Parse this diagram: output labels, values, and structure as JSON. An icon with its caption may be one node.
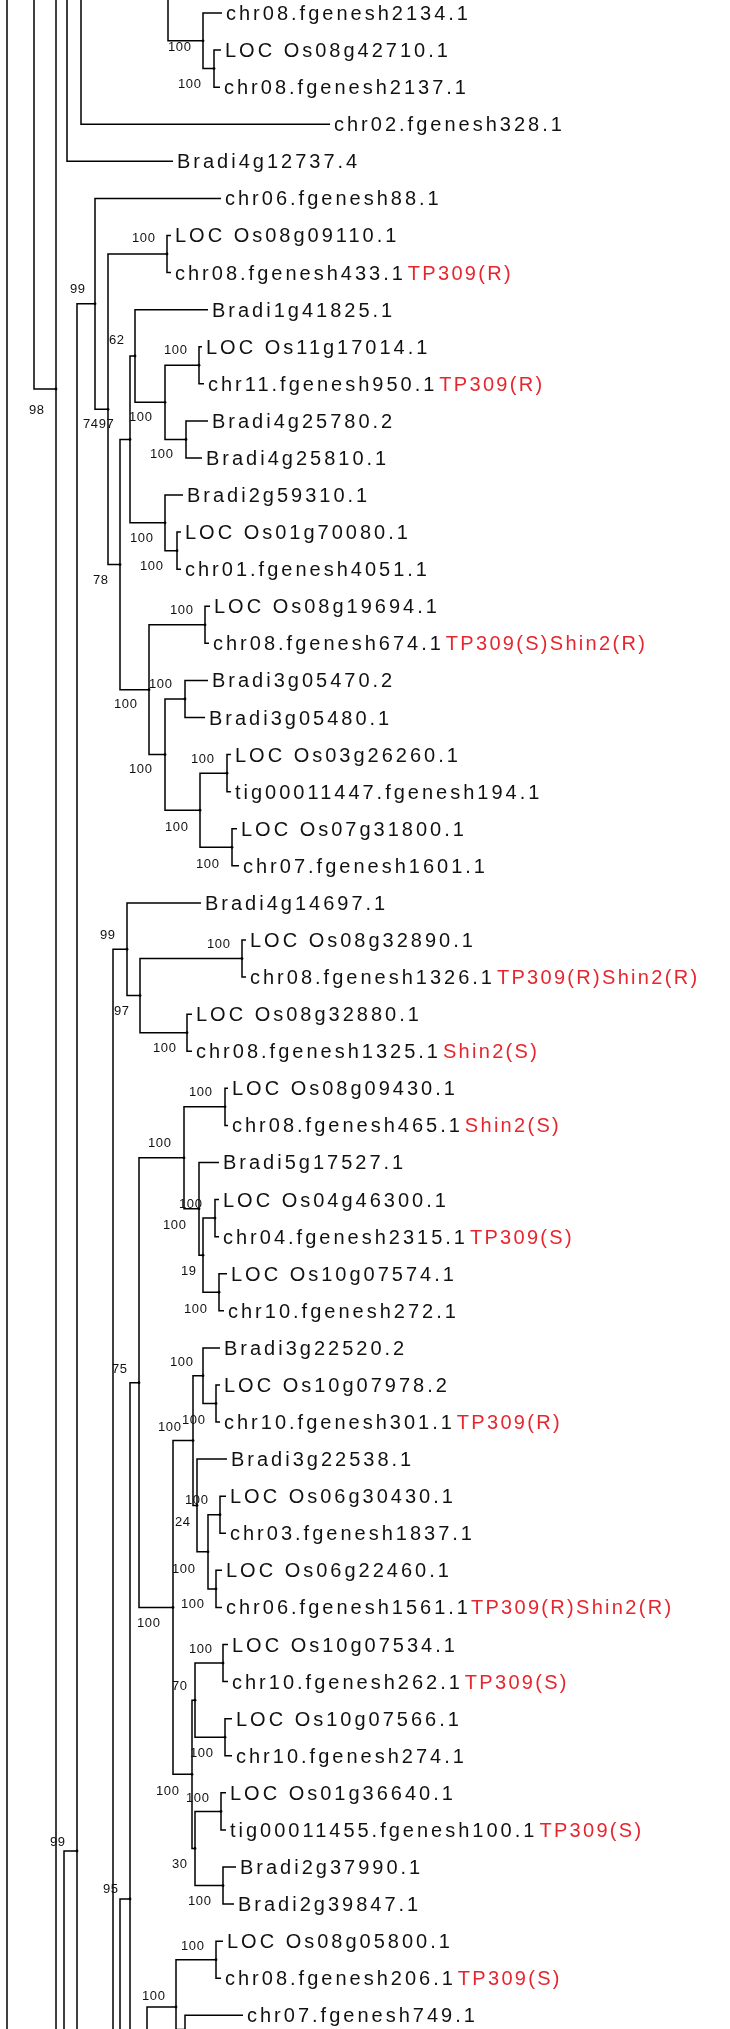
{
  "diagram": {
    "nodes": [
      {
        "text": [
          "chr08.fgenesh2134.1"
        ]
      },
      {
        "text": [
          "LOC Os08g42710.1"
        ]
      },
      {
        "text": [
          "chr08.fgenesh2137.1"
        ]
      },
      {
        "text": [
          "chr02.fgenesh328.1"
        ]
      },
      {
        "text": [
          "Bradi4g12737.4"
        ]
      },
      {
        "text": [
          "chr06.fgenesh88.1"
        ]
      },
      {
        "text": [
          "LOC Os08g09110.1"
        ]
      },
      {
        "text": [
          "chr08.fgenesh433.1"
        ],
        "beside": [
          "TP309(R)"
        ]
      },
      {
        "text": [
          "Bradi1g41825.1"
        ]
      },
      {
        "text": [
          "LOC Os11g17014.1"
        ]
      },
      {
        "text": [
          "chr11.fgenesh950.1"
        ],
        "beside": [
          "TP309(R)"
        ]
      },
      {
        "text": [
          "Bradi4g25780.2"
        ]
      },
      {
        "text": [
          "Bradi4g25810.1"
        ]
      },
      {
        "text": [
          "Bradi2g59310.1"
        ]
      },
      {
        "text": [
          "LOC Os01g70080.1"
        ]
      },
      {
        "text": [
          "chr01.fgenesh4051.1"
        ]
      },
      {
        "text": [
          "LOC Os08g19694.1"
        ]
      },
      {
        "text": [
          "chr08.fgenesh674.1"
        ],
        "beside": [
          "TP309(S)Shin2(R)"
        ]
      },
      {
        "text": [
          "Bradi3g05470.2"
        ]
      },
      {
        "text": [
          "Bradi3g05480.1"
        ]
      },
      {
        "text": [
          "LOC Os03g26260.1"
        ]
      },
      {
        "text": [
          "tig00011447.fgenesh194.1"
        ]
      },
      {
        "text": [
          "LOC Os07g31800.1"
        ]
      },
      {
        "text": [
          "chr07.fgenesh1601.1"
        ]
      },
      {
        "text": [
          "Bradi4g14697.1"
        ]
      },
      {
        "text": [
          "LOC Os08g32890.1"
        ]
      },
      {
        "text": [
          "chr08.fgenesh1326.1"
        ],
        "beside": [
          "TP309(R)Shin2(R)"
        ]
      },
      {
        "text": [
          "LOC Os08g32880.1"
        ]
      },
      {
        "text": [
          "chr08.fgenesh1325.1"
        ],
        "beside": [
          "Shin2(S)"
        ]
      },
      {
        "text": [
          "LOC Os08g09430.1"
        ]
      },
      {
        "text": [
          "chr08.fgenesh465.1"
        ],
        "beside": [
          "Shin2(S)"
        ]
      },
      {
        "text": [
          "Bradi5g17527.1"
        ]
      },
      {
        "text": [
          "LOC Os04g46300.1"
        ]
      },
      {
        "text": [
          "chr04.fgenesh2315.1"
        ],
        "beside": [
          "TP309(S)"
        ]
      },
      {
        "text": [
          "LOC Os10g07574.1"
        ]
      },
      {
        "text": [
          "chr10.fgenesh272.1"
        ]
      },
      {
        "text": [
          "Bradi3g22520.2"
        ]
      },
      {
        "text": [
          "LOC Os10g07978.2"
        ]
      },
      {
        "text": [
          "chr10.fgenesh301.1"
        ],
        "beside": [
          "TP309(R)"
        ]
      },
      {
        "text": [
          "Bradi3g22538.1"
        ]
      },
      {
        "text": [
          "LOC Os06g30430.1"
        ]
      },
      {
        "text": [
          "chr03.fgenesh1837.1"
        ]
      },
      {
        "text": [
          "LOC Os06g22460.1"
        ]
      },
      {
        "text": [
          "chr06.fgenesh1561.1"
        ],
        "beside": [
          "TP309(R)Shin2(R)"
        ]
      },
      {
        "text": [
          "LOC Os10g07534.1"
        ]
      },
      {
        "text": [
          "chr10.fgenesh262.1"
        ],
        "beside": [
          "TP309(S)"
        ]
      },
      {
        "text": [
          "LOC Os10g07566.1"
        ]
      },
      {
        "text": [
          "chr10.fgenesh274.1"
        ]
      },
      {
        "text": [
          "LOC Os01g36640.1"
        ]
      },
      {
        "text": [
          "tig00011455.fgenesh100.1"
        ],
        "beside": [
          "TP309(S)"
        ]
      },
      {
        "text": [
          "Bradi2g37990.1"
        ]
      },
      {
        "text": [
          "Bradi2g39847.1"
        ]
      },
      {
        "text": [
          "LOC Os08g05800.1"
        ]
      },
      {
        "text": [
          "chr08.fgenesh206.1"
        ],
        "beside": [
          "TP309(S)"
        ]
      },
      {
        "text": [
          "chr07.fgenesh749.1"
        ]
      },
      {
        "text": [],
        "shape": "point"
      },
      {
        "text": [],
        "shape": "point"
      },
      {
        "text": [],
        "shape": "point"
      },
      {
        "text": [],
        "shape": "point"
      },
      {
        "text": [],
        "shape": "point"
      },
      {
        "text": [],
        "shape": "point"
      },
      {
        "text": [],
        "shape": "point"
      },
      {
        "text": [],
        "shape": "point"
      },
      {
        "text": [],
        "shape": "point"
      },
      {
        "text": [],
        "shape": "point"
      },
      {
        "text": [],
        "shape": "point"
      },
      {
        "text": [],
        "shape": "point"
      },
      {
        "text": [],
        "shape": "point"
      },
      {
        "text": [],
        "shape": "point"
      },
      {
        "text": [],
        "shape": "point"
      },
      {
        "text": [],
        "shape": "point"
      },
      {
        "text": [],
        "shape": "point"
      },
      {
        "text": [],
        "shape": "point"
      },
      {
        "text": [],
        "shape": "point"
      },
      {
        "text": [],
        "shape": "point"
      },
      {
        "text": [],
        "shape": "point"
      },
      {
        "text": [],
        "shape": "point"
      },
      {
        "text": [],
        "shape": "point"
      },
      {
        "text": [],
        "shape": "point"
      },
      {
        "text": [],
        "shape": "point"
      },
      {
        "text": [],
        "shape": "point"
      },
      {
        "text": [],
        "shape": "point"
      },
      {
        "text": [],
        "shape": "point"
      },
      {
        "text": [],
        "shape": "point"
      },
      {
        "text": [],
        "shape": "point"
      },
      {
        "text": [],
        "shape": "point"
      },
      {
        "text": [],
        "shape": "point"
      },
      {
        "text": [],
        "shape": "point"
      },
      {
        "text": [],
        "shape": "point"
      },
      {
        "text": [],
        "shape": "point"
      },
      {
        "text": [],
        "shape": "point"
      },
      {
        "text": [],
        "shape": "point"
      },
      {
        "text": [],
        "shape": "point"
      },
      {
        "text": [],
        "shape": "point"
      },
      {
        "text": [],
        "shape": "point"
      },
      {
        "text": [],
        "shape": "point"
      },
      {
        "text": [],
        "shape": "point"
      },
      {
        "text": [],
        "shape": "point"
      },
      {
        "text": [],
        "shape": "point"
      },
      {
        "text": [],
        "shape": "point"
      },
      {
        "text": [],
        "shape": "point"
      },
      {
        "text": [],
        "shape": "point"
      },
      {
        "text": [],
        "shape": "point"
      },
      {
        "text": [],
        "shape": "point"
      },
      {
        "text": [],
        "shape": "point"
      },
      {
        "text": [],
        "shape": "point"
      }
    ],
    "edges": [
      {
        "from": null,
        "to": 3,
        "arrow": "none"
      },
      {
        "from": null,
        "to": 4,
        "arrow": "none"
      },
      {
        "from": null,
        "to": 55,
        "arrow": "none"
      },
      {
        "from": 55,
        "to": 0,
        "arrow": "none"
      },
      {
        "from": 55,
        "to": 56,
        "arrow": "none"
      },
      {
        "from": 56,
        "to": 1,
        "arrow": "none"
      },
      {
        "from": 56,
        "to": 2,
        "arrow": "none"
      },
      {
        "from": null,
        "to": 76,
        "arrow": "none"
      },
      {
        "from": 76,
        "to": null,
        "arrow": "none"
      },
      {
        "from": 76,
        "to": null,
        "arrow": "none"
      },
      {
        "from": null,
        "to": 75,
        "arrow": "none"
      },
      {
        "from": 75,
        "to": 57,
        "arrow": "none"
      },
      {
        "from": 75,
        "to": null,
        "arrow": "none"
      },
      {
        "from": 57,
        "to": 5,
        "arrow": "none"
      },
      {
        "from": 57,
        "to": 59,
        "arrow": "none"
      },
      {
        "from": 59,
        "to": 58,
        "arrow": "none"
      },
      {
        "from": 59,
        "to": 60,
        "arrow": "none"
      },
      {
        "from": 58,
        "to": 6,
        "arrow": "none"
      },
      {
        "from": 58,
        "to": 7,
        "arrow": "none"
      },
      {
        "from": 60,
        "to": 61,
        "arrow": "none"
      },
      {
        "from": 60,
        "to": 68,
        "arrow": "none"
      },
      {
        "from": 61,
        "to": 62,
        "arrow": "none"
      },
      {
        "from": 61,
        "to": 66,
        "arrow": "none"
      },
      {
        "from": 62,
        "to": 8,
        "arrow": "none"
      },
      {
        "from": 62,
        "to": 63,
        "arrow": "none"
      },
      {
        "from": 63,
        "to": 64,
        "arrow": "none"
      },
      {
        "from": 63,
        "to": 65,
        "arrow": "none"
      },
      {
        "from": 64,
        "to": 9,
        "arrow": "none"
      },
      {
        "from": 64,
        "to": 10,
        "arrow": "none"
      },
      {
        "from": 65,
        "to": 11,
        "arrow": "none"
      },
      {
        "from": 65,
        "to": 12,
        "arrow": "none"
      },
      {
        "from": 66,
        "to": 13,
        "arrow": "none"
      },
      {
        "from": 66,
        "to": 67,
        "arrow": "none"
      },
      {
        "from": 67,
        "to": 14,
        "arrow": "none"
      },
      {
        "from": 67,
        "to": 15,
        "arrow": "none"
      },
      {
        "from": 68,
        "to": 69,
        "arrow": "none"
      },
      {
        "from": 68,
        "to": 70,
        "arrow": "none"
      },
      {
        "from": 69,
        "to": 16,
        "arrow": "none"
      },
      {
        "from": 69,
        "to": 17,
        "arrow": "none"
      },
      {
        "from": 70,
        "to": 71,
        "arrow": "none"
      },
      {
        "from": 70,
        "to": 72,
        "arrow": "none"
      },
      {
        "from": 71,
        "to": 18,
        "arrow": "none"
      },
      {
        "from": 71,
        "to": 19,
        "arrow": "none"
      },
      {
        "from": 72,
        "to": 73,
        "arrow": "none"
      },
      {
        "from": 72,
        "to": 74,
        "arrow": "none"
      },
      {
        "from": 73,
        "to": 20,
        "arrow": "none"
      },
      {
        "from": 73,
        "to": 21,
        "arrow": "none"
      },
      {
        "from": 74,
        "to": 22,
        "arrow": "none"
      },
      {
        "from": 74,
        "to": 23,
        "arrow": "none"
      },
      {
        "from": null,
        "to": 77,
        "arrow": "none"
      },
      {
        "from": 77,
        "to": 24,
        "arrow": "none"
      },
      {
        "from": 77,
        "to": 78,
        "arrow": "none"
      },
      {
        "from": 78,
        "to": 79,
        "arrow": "none"
      },
      {
        "from": 78,
        "to": 80,
        "arrow": "none"
      },
      {
        "from": 79,
        "to": 25,
        "arrow": "none"
      },
      {
        "from": 79,
        "to": 26,
        "arrow": "none"
      },
      {
        "from": 80,
        "to": 27,
        "arrow": "none"
      },
      {
        "from": 80,
        "to": 28,
        "arrow": "none"
      },
      {
        "from": null,
        "to": 81,
        "arrow": "none"
      },
      {
        "from": 81,
        "to": 82,
        "arrow": "none"
      },
      {
        "from": 81,
        "to": null,
        "arrow": "none"
      },
      {
        "from": 82,
        "to": 83,
        "arrow": "none"
      },
      {
        "from": 82,
        "to": 89,
        "arrow": "none"
      },
      {
        "from": 83,
        "to": 84,
        "arrow": "none"
      },
      {
        "from": 83,
        "to": 85,
        "arrow": "none"
      },
      {
        "from": 84,
        "to": 29,
        "arrow": "none"
      },
      {
        "from": 84,
        "to": 30,
        "arrow": "none"
      },
      {
        "from": 85,
        "to": 31,
        "arrow": "none"
      },
      {
        "from": 85,
        "to": 86,
        "arrow": "none"
      },
      {
        "from": 86,
        "to": 87,
        "arrow": "none"
      },
      {
        "from": 86,
        "to": 88,
        "arrow": "none"
      },
      {
        "from": 87,
        "to": 32,
        "arrow": "none"
      },
      {
        "from": 87,
        "to": 33,
        "arrow": "none"
      },
      {
        "from": 88,
        "to": 34,
        "arrow": "none"
      },
      {
        "from": 88,
        "to": 35,
        "arrow": "none"
      },
      {
        "from": 89,
        "to": 90,
        "arrow": "none"
      },
      {
        "from": 89,
        "to": 97,
        "arrow": "none"
      },
      {
        "from": 90,
        "to": 91,
        "arrow": "none"
      },
      {
        "from": 90,
        "to": 93,
        "arrow": "none"
      },
      {
        "from": 91,
        "to": 36,
        "arrow": "none"
      },
      {
        "from": 91,
        "to": 92,
        "arrow": "none"
      },
      {
        "from": 92,
        "to": 37,
        "arrow": "none"
      },
      {
        "from": 92,
        "to": 38,
        "arrow": "none"
      },
      {
        "from": 93,
        "to": 39,
        "arrow": "none"
      },
      {
        "from": 93,
        "to": 94,
        "arrow": "none"
      },
      {
        "from": 94,
        "to": 95,
        "arrow": "none"
      },
      {
        "from": 94,
        "to": 96,
        "arrow": "none"
      },
      {
        "from": 95,
        "to": 40,
        "arrow": "none"
      },
      {
        "from": 95,
        "to": 41,
        "arrow": "none"
      },
      {
        "from": 96,
        "to": 42,
        "arrow": "none"
      },
      {
        "from": 96,
        "to": 43,
        "arrow": "none"
      },
      {
        "from": 97,
        "to": 98,
        "arrow": "none"
      },
      {
        "from": 97,
        "to": 101,
        "arrow": "none"
      },
      {
        "from": 98,
        "to": 99,
        "arrow": "none"
      },
      {
        "from": 98,
        "to": 100,
        "arrow": "none"
      },
      {
        "from": 99,
        "to": 44,
        "arrow": "none"
      },
      {
        "from": 99,
        "to": 45,
        "arrow": "none"
      },
      {
        "from": 100,
        "to": 46,
        "arrow": "none"
      },
      {
        "from": 100,
        "to": 47,
        "arrow": "none"
      },
      {
        "from": 101,
        "to": 102,
        "arrow": "none"
      },
      {
        "from": 101,
        "to": 103,
        "arrow": "none"
      },
      {
        "from": 102,
        "to": 48,
        "arrow": "none"
      },
      {
        "from": 102,
        "to": 49,
        "arrow": "none"
      },
      {
        "from": 103,
        "to": 50,
        "arrow": "none"
      },
      {
        "from": 103,
        "to": 51,
        "arrow": "none"
      },
      {
        "from": null,
        "to": 104,
        "arrow": "none"
      },
      {
        "from": 104,
        "to": 105,
        "arrow": "none"
      },
      {
        "from": 105,
        "to": 52,
        "arrow": "none"
      },
      {
        "from": 105,
        "to": 53,
        "arrow": "none"
      },
      {
        "from": 104,
        "to": 54,
        "arrow": "none"
      }
    ],
    "labels": [
      "100",
      "100",
      "100",
      "99",
      "62",
      "100",
      "98",
      "100",
      "7497",
      "100",
      "100",
      "100",
      "78",
      "100",
      "100",
      "100",
      "100",
      "100",
      "100",
      "100",
      "99",
      "100",
      "97",
      "100",
      "100",
      "100",
      "100",
      "100",
      "19",
      "100",
      "100",
      "75",
      "100",
      "100",
      "100",
      "24",
      "100",
      "100",
      "100",
      "100",
      "70",
      "100",
      "100",
      "100",
      "99",
      "30",
      "95",
      "100",
      "100",
      "100"
    ]
  }
}
